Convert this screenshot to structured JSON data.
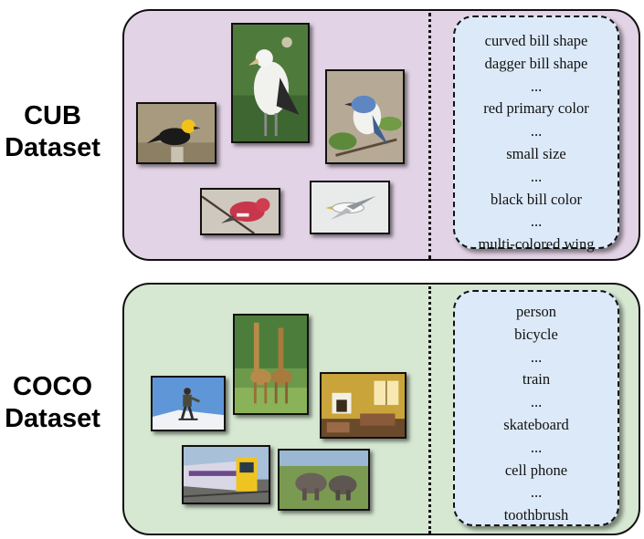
{
  "cub": {
    "label_line1": "CUB",
    "label_line2": "Dataset",
    "panel_color": "#e3d3e6",
    "box_color": "#dce9f8",
    "attributes": [
      "curved bill shape",
      "dagger bill shape",
      "...",
      "red primary color",
      "...",
      "small size",
      "...",
      "black bill color",
      "...",
      "multi-colored wing"
    ],
    "images": [
      "yellow-headed blackbird",
      "albatross",
      "warbler",
      "pine grosbeak",
      "gull in flight"
    ]
  },
  "coco": {
    "label_line1": "COCO",
    "label_line2": "Dataset",
    "panel_color": "#d6e8d2",
    "box_color": "#dce9f8",
    "categories": [
      "person",
      "bicycle",
      "...",
      "train",
      "...",
      "skateboard",
      "...",
      "cell phone",
      "...",
      "toothbrush"
    ],
    "images": [
      "skateboarder",
      "giraffes",
      "living room",
      "train",
      "elephants"
    ]
  }
}
